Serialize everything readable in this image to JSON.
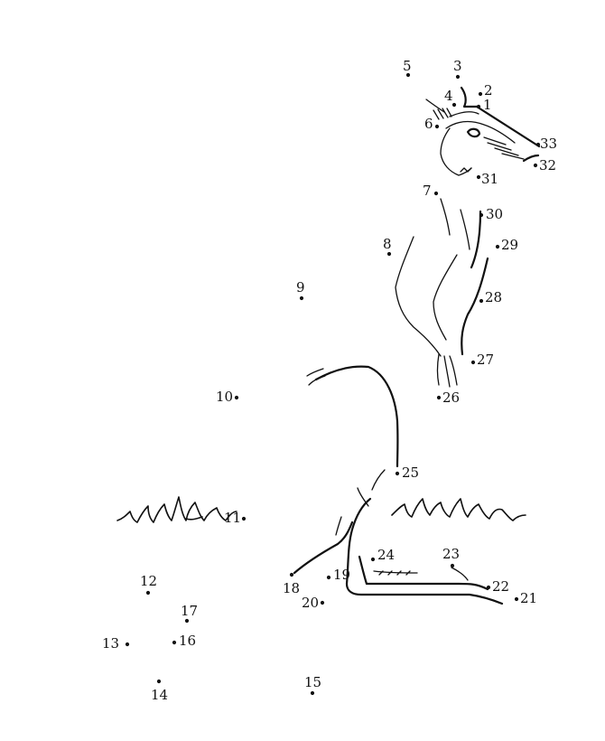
{
  "puzzle": {
    "dots": [
      {
        "label": "1"
      },
      {
        "label": "2"
      },
      {
        "label": "3"
      },
      {
        "label": "4"
      },
      {
        "label": "5"
      },
      {
        "label": "6"
      },
      {
        "label": "7"
      },
      {
        "label": "8"
      },
      {
        "label": "9"
      },
      {
        "label": "10"
      },
      {
        "label": "11"
      },
      {
        "label": "12"
      },
      {
        "label": "13"
      },
      {
        "label": "14"
      },
      {
        "label": "15"
      },
      {
        "label": "16"
      },
      {
        "label": "17"
      },
      {
        "label": "18"
      },
      {
        "label": "19"
      },
      {
        "label": "20"
      },
      {
        "label": "21"
      },
      {
        "label": "22"
      },
      {
        "label": "23"
      },
      {
        "label": "24"
      },
      {
        "label": "25"
      },
      {
        "label": "26"
      },
      {
        "label": "27"
      },
      {
        "label": "28"
      },
      {
        "label": "29"
      },
      {
        "label": "30"
      },
      {
        "label": "31"
      },
      {
        "label": "32"
      },
      {
        "label": "33"
      }
    ],
    "ink_color": "#111111",
    "paper_color": "#ffffff"
  }
}
